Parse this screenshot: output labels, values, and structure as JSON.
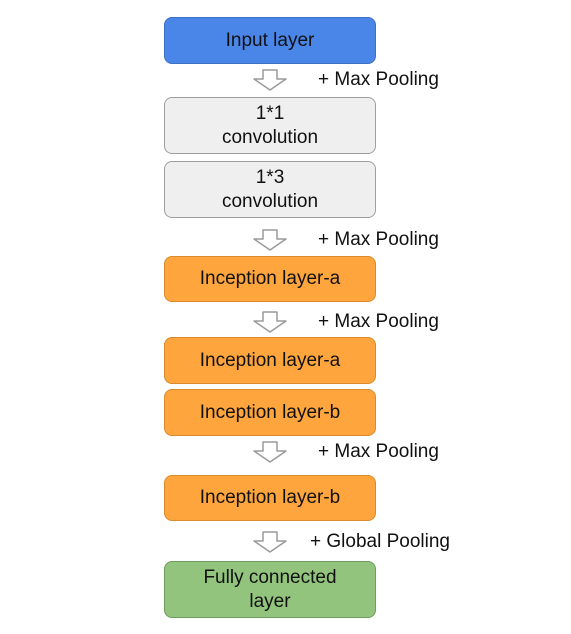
{
  "layers": [
    {
      "id": "input",
      "label": "Input layer",
      "color": "#4a86e8"
    },
    {
      "id": "conv1x1",
      "label": "1*1\nconvolution",
      "color": "#efefef"
    },
    {
      "id": "conv1x3",
      "label": "1*3\nconvolution",
      "color": "#efefef"
    },
    {
      "id": "inception-a-1",
      "label": "Inception layer-a",
      "color": "#ffa53e"
    },
    {
      "id": "inception-a-2",
      "label": "Inception layer-a",
      "color": "#ffa53e"
    },
    {
      "id": "inception-b-1",
      "label": "Inception layer-b",
      "color": "#ffa53e"
    },
    {
      "id": "inception-b-2",
      "label": "Inception layer-b",
      "color": "#ffa53e"
    },
    {
      "id": "fc",
      "label": "Fully connected\nlayer",
      "color": "#93c47d"
    }
  ],
  "transitions": [
    {
      "label": "+ Max Pooling",
      "icon": "down-arrow-icon"
    },
    {
      "label": "+ Max Pooling",
      "icon": "down-arrow-icon"
    },
    {
      "label": "+ Max Pooling",
      "icon": "down-arrow-icon"
    },
    {
      "label": "+ Max Pooling",
      "icon": "down-arrow-icon"
    },
    {
      "label": "+ Global Pooling",
      "icon": "down-arrow-icon"
    }
  ]
}
